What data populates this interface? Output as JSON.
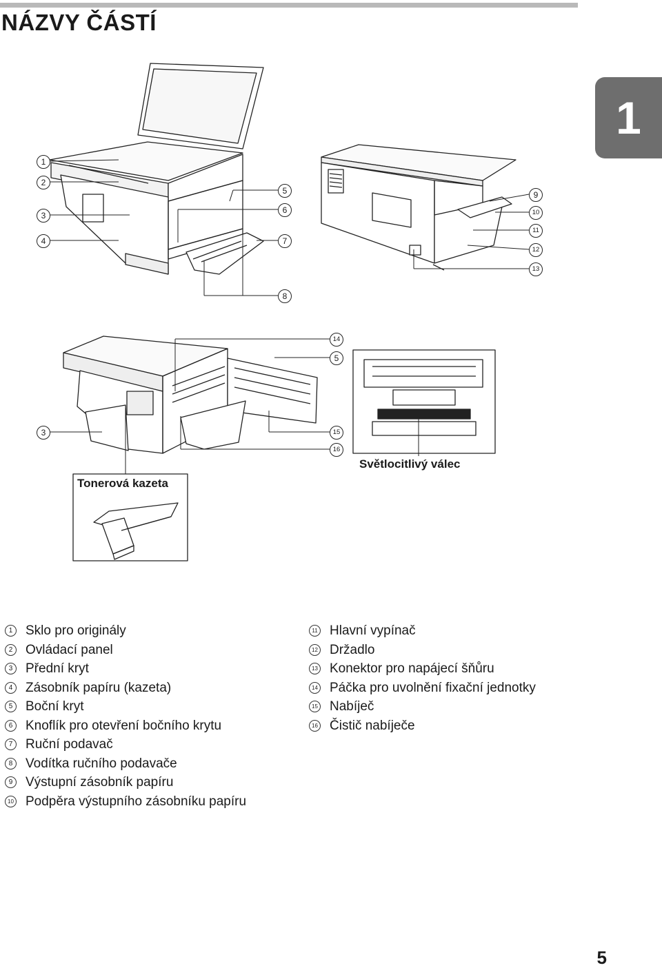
{
  "header": {
    "title": "NÁZVY ČÁSTÍ",
    "chapter": "1"
  },
  "callouts": [
    "1",
    "2",
    "3",
    "4",
    "5",
    "6",
    "7",
    "8",
    "9",
    "10",
    "11",
    "12",
    "13",
    "14",
    "5",
    "3",
    "15",
    "16"
  ],
  "captions": {
    "toner": "Tonerová kazeta",
    "drum": "Světlocitlivý válec"
  },
  "legend_left": [
    {
      "num": "1",
      "label": "Sklo pro originály"
    },
    {
      "num": "2",
      "label": "Ovládací panel"
    },
    {
      "num": "3",
      "label": "Přední kryt"
    },
    {
      "num": "4",
      "label": "Zásobník papíru (kazeta)"
    },
    {
      "num": "5",
      "label": "Boční kryt"
    },
    {
      "num": "6",
      "label": "Knoflík pro otevření bočního krytu"
    },
    {
      "num": "7",
      "label": "Ruční podavač"
    },
    {
      "num": "8",
      "label": "Vodítka ručního podavače"
    },
    {
      "num": "9",
      "label": "Výstupní zásobník papíru"
    },
    {
      "num": "10",
      "label": "Podpěra výstupního zásobníku papíru"
    }
  ],
  "legend_right": [
    {
      "num": "11",
      "label": "Hlavní vypínač"
    },
    {
      "num": "12",
      "label": "Držadlo"
    },
    {
      "num": "13",
      "label": "Konektor pro napájecí šňůru"
    },
    {
      "num": "14",
      "label": "Páčka pro uvolnění fixační jednotky"
    },
    {
      "num": "15",
      "label": "Nabíječ"
    },
    {
      "num": "16",
      "label": "Čistič nabíječe"
    }
  ],
  "footer": {
    "page_number": "5"
  }
}
